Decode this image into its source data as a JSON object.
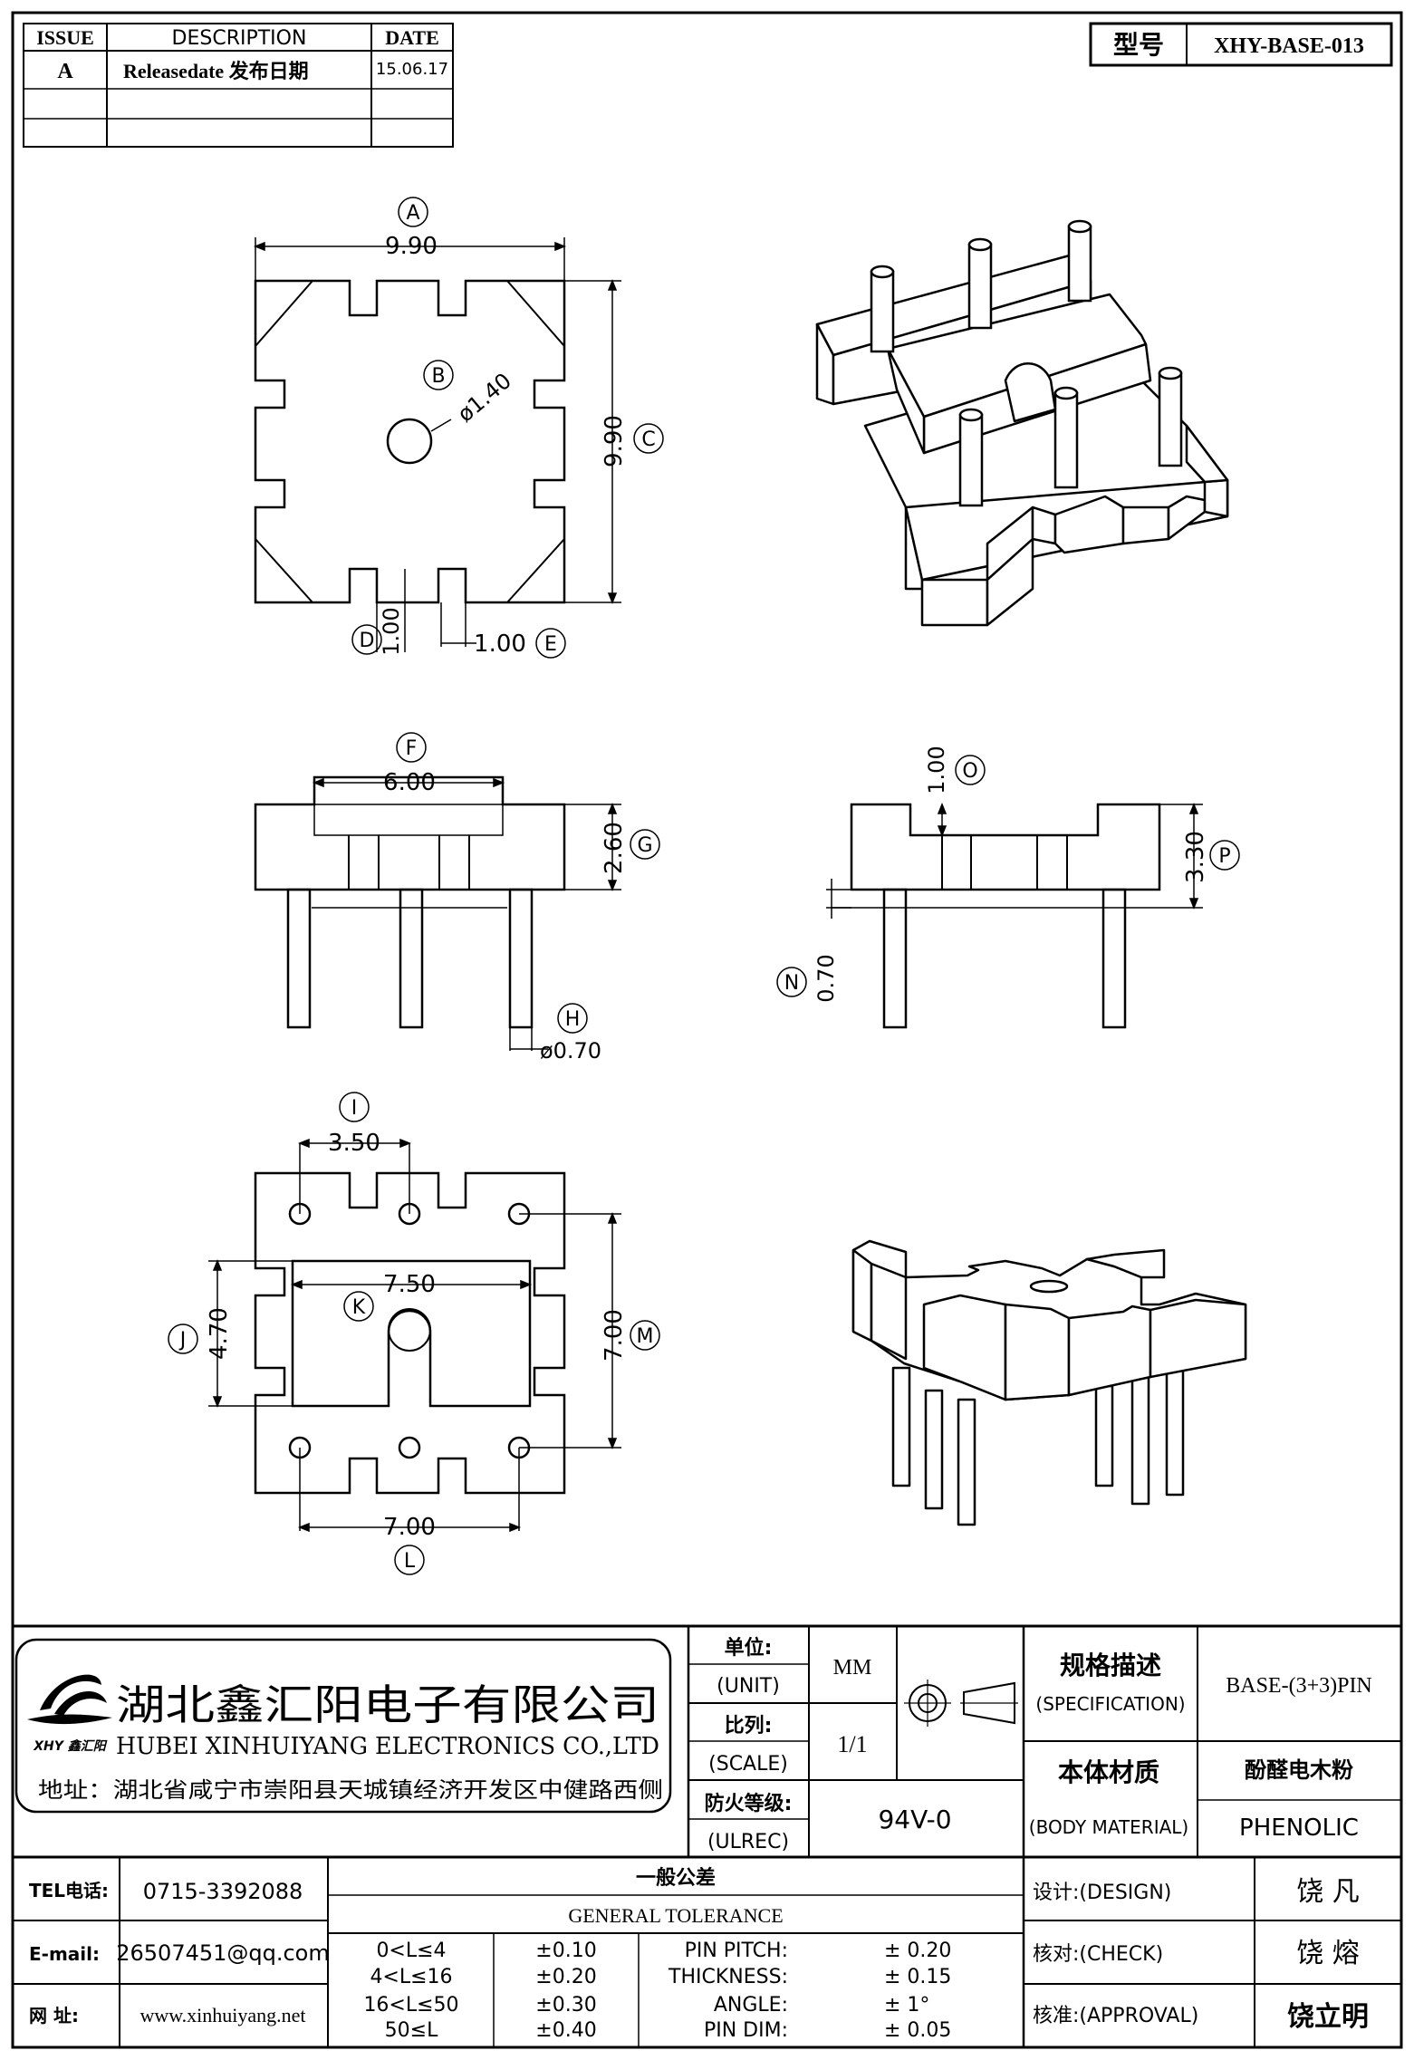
{
  "revision_table": {
    "headers": [
      "ISSUE",
      "DESCRIPTION",
      "DATE"
    ],
    "rows": [
      {
        "issue": "A",
        "description": "Releasedate 发布日期",
        "date": "15.06.17"
      }
    ]
  },
  "model": {
    "label": "型号",
    "value": "XHY-BASE-013"
  },
  "dims": {
    "A": {
      "tag": "A",
      "value": "9.90"
    },
    "B": {
      "tag": "B",
      "value": "ø1.40"
    },
    "C": {
      "tag": "C",
      "value": "9.90"
    },
    "D": {
      "tag": "D",
      "value": "1.00"
    },
    "E": {
      "tag": "E",
      "value": "1.00"
    },
    "F": {
      "tag": "F",
      "value": "6.00"
    },
    "G": {
      "tag": "G",
      "value": "2.60"
    },
    "H": {
      "tag": "H",
      "value": "ø0.70"
    },
    "O": {
      "tag": "O",
      "value": "1.00"
    },
    "P": {
      "tag": "P",
      "value": "3.30"
    },
    "N": {
      "tag": "N",
      "value": "0.70"
    },
    "I": {
      "tag": "I",
      "value": "3.50"
    },
    "J": {
      "tag": "J",
      "value": "4.70"
    },
    "K": {
      "tag": "K",
      "value": "7.50"
    },
    "M": {
      "tag": "M",
      "value": "7.00"
    },
    "L": {
      "tag": "L",
      "value": "7.00"
    }
  },
  "company": {
    "name_cn": "湖北鑫汇阳电子有限公司",
    "name_en": "HUBEI XINHUIYANG ELECTRONICS CO.,LTD",
    "address": "地址：湖北省咸宁市崇阳县天城镇经济开发区中健路西侧",
    "logo_text": "XHY 鑫汇阳",
    "tel_label": "TEL电话:",
    "tel": "0715-3392088",
    "email_label": "E-mail:",
    "email": "26507451@qq.com",
    "web_label": "网   址:",
    "web": "www.xinhuiyang.net"
  },
  "title_block": {
    "unit_cn": "单位:",
    "unit_en": "(UNIT)",
    "unit_value": "MM",
    "scale_cn": "比列:",
    "scale_en": "(SCALE)",
    "scale_value": "1/1",
    "ul_cn": "防火等级:",
    "ul_en": "(ULREC)",
    "ul_value": "94V-0",
    "spec_cn": "规格描述",
    "spec_en": "(SPECIFICATION)",
    "spec_value": "BASE-(3+3)PIN",
    "material_cn": "本体材质",
    "material_en": "(BODY MATERIAL)",
    "material_value_cn": "酚醛电木粉",
    "material_value_en": "PHENOLIC",
    "design_label": "设计:(DESIGN)",
    "design_name": "饶  凡",
    "check_label": "核对:(CHECK)",
    "check_name": "饶  熔",
    "approval_label": "核准:(APPROVAL)",
    "approval_name": "饶立明"
  },
  "tolerance": {
    "title_cn": "一般公差",
    "title_en": "GENERAL TOLERANCE",
    "ranges": [
      {
        "range": "0<L≤4",
        "tol": "±0.10"
      },
      {
        "range": "4<L≤16",
        "tol": "±0.20"
      },
      {
        "range": "16<L≤50",
        "tol": "±0.30"
      },
      {
        "range": "50≤L",
        "tol": "±0.40"
      }
    ],
    "specs": [
      {
        "name": "PIN PITCH:",
        "tol": "±  0.20"
      },
      {
        "name": "THICKNESS:",
        "tol": "±  0.15"
      },
      {
        "name": "ANGLE:",
        "tol": "±  1°"
      },
      {
        "name": "PIN DIM:",
        "tol": "±  0.05"
      }
    ]
  }
}
